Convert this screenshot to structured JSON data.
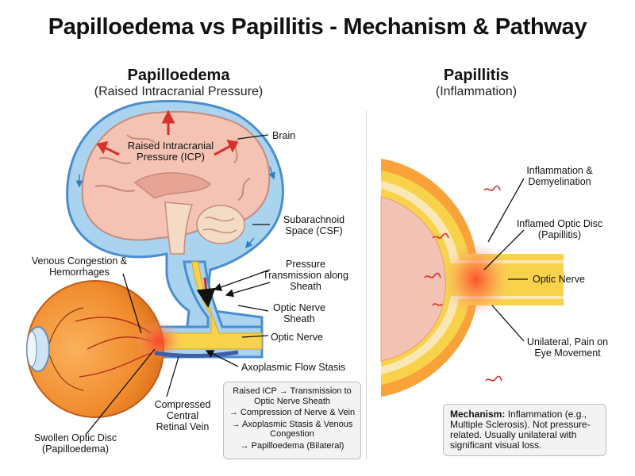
{
  "title": "Papilloedema vs Papillitis - Mechanism & Pathway",
  "papilloedema": {
    "title": "Papilloedema",
    "subtitle": "(Raised Intracranial Pressure)",
    "labels": {
      "icp": "Raised Intracranial Pressure (ICP)",
      "brain": "Brain",
      "subarachnoid": "Subarachnoid Space (CSF)",
      "venous": "Venous Congestion & Hemorrhages",
      "pressure_transmission": "Pressure Transmission along Sheath",
      "sheath": "Optic Nerve Sheath",
      "optic_nerve": "Optic Nerve",
      "axoplasmic": "Axoplasmic Flow Stasis",
      "compressed_vein": "Compressed Central Retinal Vein",
      "swollen_disc": "Swollen Optic Disc (Papilloedema)"
    },
    "pathway": [
      "Raised ICP → Transmission to Optic Nerve Sheath",
      "→ Compression of Nerve & Vein",
      "→ Axoplasmic Stasis & Venous Congestion",
      "→ Papilloedema (Bilateral)"
    ]
  },
  "papillitis": {
    "title": "Papillitis",
    "subtitle": "(Inflammation)",
    "labels": {
      "inflammation": "Inflammation & Demyelination",
      "inflamed_disc": "Inflamed Optic Disc (Papillitis)",
      "optic_nerve": "Optic Nerve",
      "unilateral": "Unilateral, Pain on Eye Movement"
    },
    "mechanism_label": "Mechanism:",
    "mechanism_text": "Inflammation (e.g., Multiple Sclerosis). Not pressure-related. Usually unilateral with significant visual loss."
  },
  "colors": {
    "brain": "#f4c3b4",
    "csf": "#a9d3ee",
    "sheath": "#4a8ed0",
    "nerve": "#f7d24a",
    "eye": "#f08a2c",
    "inflammation": "#e23a2a"
  }
}
